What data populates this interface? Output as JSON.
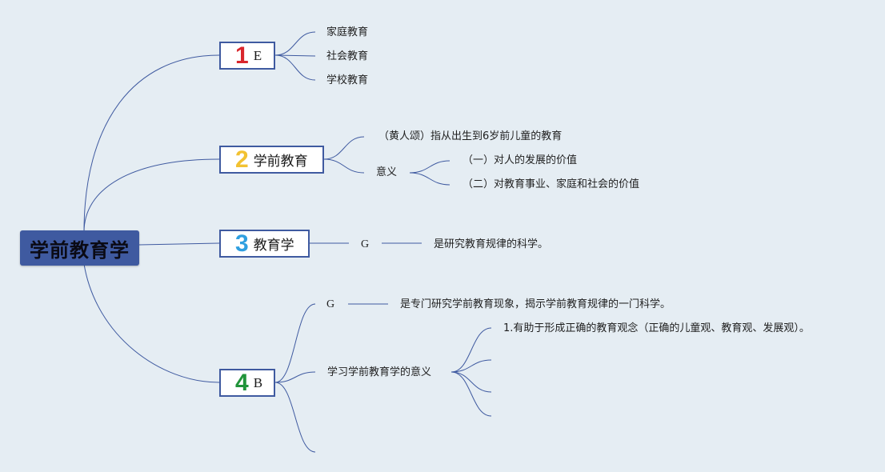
{
  "central": {
    "label": "学前教育学"
  },
  "colors": {
    "line": "#3f5aa0",
    "central_bg": "#3f5aa0",
    "background": "#e5edf3"
  },
  "topics": [
    {
      "number": "1",
      "number_color": "#d9262c",
      "label": "E",
      "children": [
        "家庭教育",
        "社会教育",
        "学校教育"
      ]
    },
    {
      "number": "2",
      "number_color": "#f2c232",
      "label": "学前教育",
      "definition": "（黄人颂）指从出生到6岁前儿童的教育",
      "meaning": {
        "label": "意义",
        "items": [
          "（一）对人的发展的价值",
          "（二）对教育事业、家庭和社会的价值"
        ]
      }
    },
    {
      "number": "3",
      "number_color": "#2f9fe0",
      "label": "教育学",
      "g_label": "G",
      "definition": "是研究教育规律的科学。"
    },
    {
      "number": "4",
      "number_color": "#21943a",
      "label": "B",
      "g_label": "G",
      "definition": "是专门研究学前教育现象，揭示学前教育规律的一门科学。",
      "meaning": {
        "label": "学习学前教育学的意义",
        "items": [
          "1.有助于形成正确的教育观念（正确的儿童观、教育观、发展观）。",
          "",
          "",
          ""
        ]
      }
    }
  ]
}
